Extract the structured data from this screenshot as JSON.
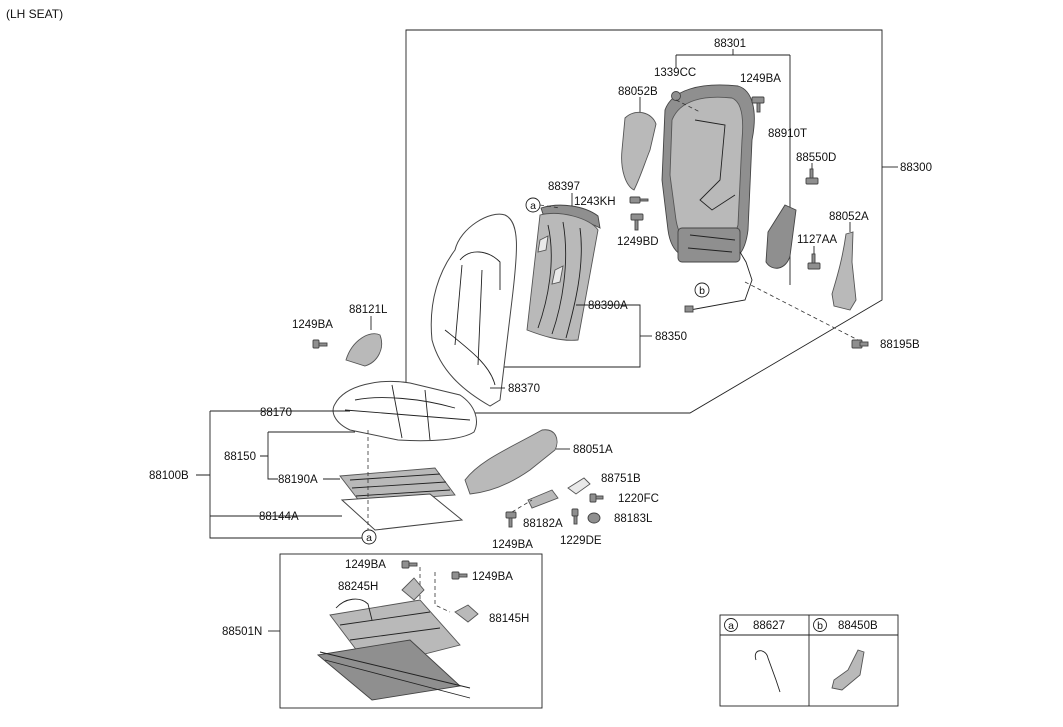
{
  "title": "(LH SEAT)",
  "labels": {
    "p88301": "88301",
    "p1339CC": "1339CC",
    "p1249BA_top": "1249BA",
    "p88052B": "88052B",
    "p88910T": "88910T",
    "p88550D": "88550D",
    "p88300": "88300",
    "p88397": "88397",
    "p1243KH": "1243KH",
    "p1249BD": "1249BD",
    "p88052A": "88052A",
    "p1127AA": "1127AA",
    "p88390A": "88390A",
    "p88350": "88350",
    "p88121L": "88121L",
    "p1249BA_left": "1249BA",
    "p88195B": "88195B",
    "p88370": "88370",
    "p88170": "88170",
    "p88150": "88150",
    "p88100B": "88100B",
    "p88190A": "88190A",
    "p88144A": "88144A",
    "p88051A": "88051A",
    "p88751B": "88751B",
    "p1220FC": "1220FC",
    "p88182A": "88182A",
    "p88183L": "88183L",
    "p1249BA_mid": "1249BA",
    "p1229DE": "1229DE",
    "p1249BA_track1": "1249BA",
    "p1249BA_track2": "1249BA",
    "p88245H": "88245H",
    "p88145H": "88145H",
    "p88501N": "88501N"
  },
  "callouts": {
    "a": "a",
    "b": "b"
  },
  "legend": {
    "a_letter": "a",
    "a_part": "88627",
    "b_letter": "b",
    "b_part": "88450B"
  }
}
